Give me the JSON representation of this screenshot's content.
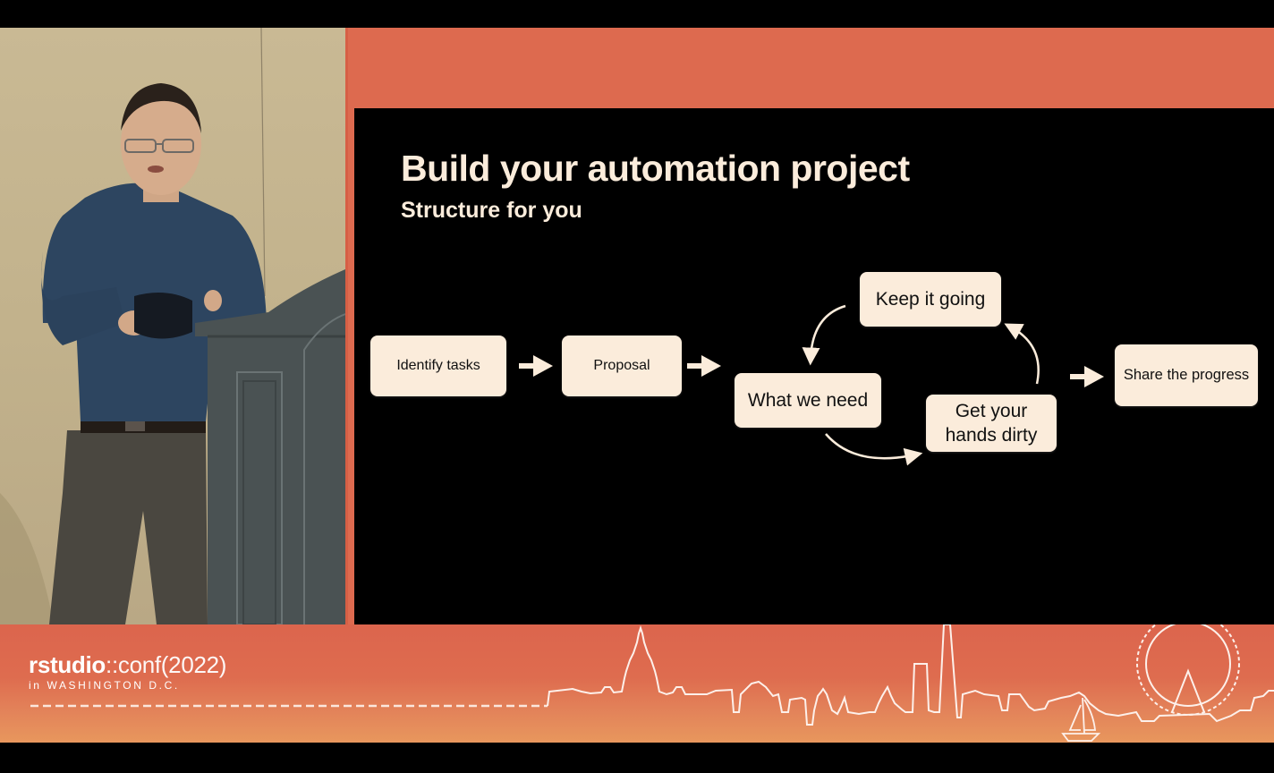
{
  "slide": {
    "title": "Build your automation project",
    "subtitle": "Structure for you",
    "nodes": [
      {
        "id": "identify",
        "label": "Identify tasks"
      },
      {
        "id": "proposal",
        "label": "Proposal"
      },
      {
        "id": "need",
        "label": "What we need"
      },
      {
        "id": "keep",
        "label": "Keep it going"
      },
      {
        "id": "hands",
        "label_line1": "Get your",
        "label_line2": "hands dirty"
      },
      {
        "id": "share",
        "label": "Share the progress"
      }
    ],
    "flow": [
      {
        "from": "Identify tasks",
        "to": "Proposal",
        "arrow": "straight"
      },
      {
        "from": "Proposal",
        "to": "What we need",
        "arrow": "straight"
      },
      {
        "from": "What we need",
        "to": "Get your hands dirty",
        "arrow": "curved"
      },
      {
        "from": "Get your hands dirty",
        "to": "Keep it going",
        "arrow": "curved"
      },
      {
        "from": "Keep it going",
        "to": "What we need",
        "arrow": "curved"
      },
      {
        "from": "Get your hands dirty",
        "to": "Share the progress",
        "arrow": "straight"
      }
    ]
  },
  "banner": {
    "brand_bold": "rstudio",
    "brand_light": "::conf(2022)",
    "location": "in WASHINGTON D.C."
  },
  "colors": {
    "accent_orange": "#dd6a4f",
    "node_fill": "#fbecdb",
    "slide_bg": "#000000"
  }
}
